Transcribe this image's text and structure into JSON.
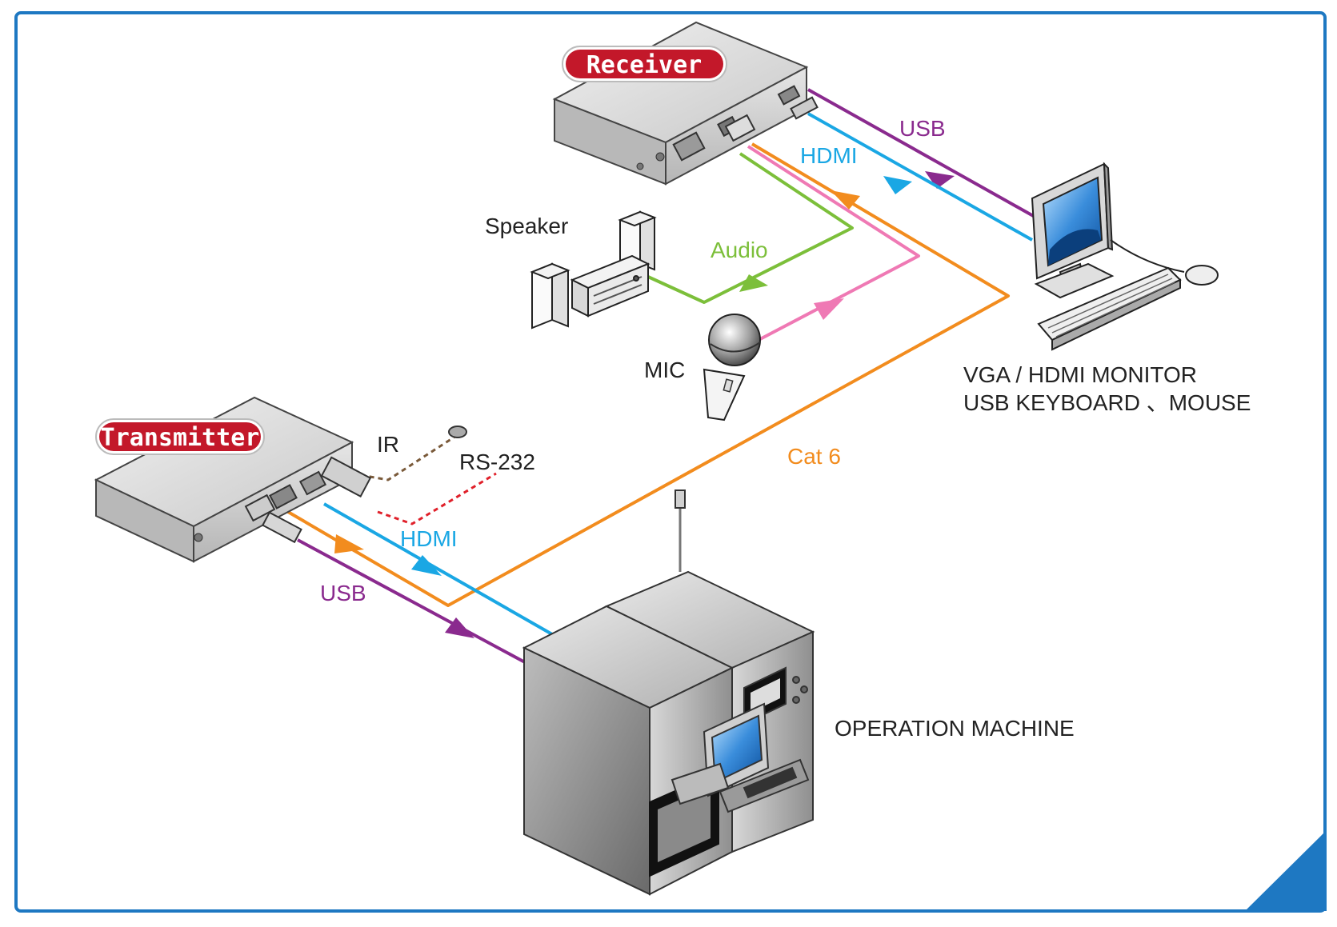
{
  "badges": {
    "receiver": "Receiver",
    "transmitter": "Transmitter"
  },
  "labels": {
    "speaker": "Speaker",
    "mic": "MIC",
    "ir": "IR",
    "rs232": "RS-232",
    "cat6": "Cat 6",
    "usb_top": "USB",
    "hdmi_top": "HDMI",
    "audio": "Audio",
    "hdmi_bottom": "HDMI",
    "usb_bottom": "USB",
    "monitor_line1": "VGA / HDMI MONITOR",
    "monitor_line2": "USB KEYBOARD 、MOUSE",
    "operation_machine": "OPERATION MACHINE"
  },
  "colors": {
    "frame": "#1e78c2",
    "badge": "#c3182a",
    "usb": "#8a2a8e",
    "hdmi": "#1aa7e4",
    "audio": "#7cbf3a",
    "mic": "#ef79b4",
    "cat6": "#f28c1e",
    "ir": "#7a5a3a",
    "rs232": "#e0202a"
  }
}
